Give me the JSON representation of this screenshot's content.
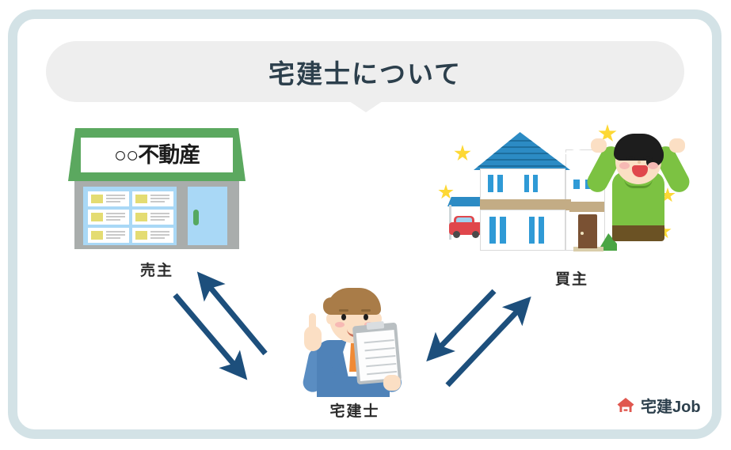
{
  "title": {
    "text": "宅建士について"
  },
  "colors": {
    "frame_border": "#d3e2e6",
    "bubble_bg": "#eeeeee",
    "title_text": "#2c3f4c",
    "arrow": "#1d4f7c",
    "store_roof_green": "#5ba85f",
    "house_roof_blue": "#2c8bc4",
    "buyer_shirt_green": "#7cc242",
    "agent_suit_blue": "#4f82b8",
    "agent_tie_orange": "#f08a35",
    "star_yellow": "#fdd835",
    "logo_icon_red": "#e0574f",
    "logo_text": "#2c3f4c"
  },
  "nodes": {
    "seller": {
      "label": "売主",
      "sign_text": "○○不動産",
      "icon": "real-estate-store-icon"
    },
    "buyer": {
      "label": "買主",
      "icon": "house-and-happy-buyer-icon"
    },
    "agent": {
      "label": "宅建士",
      "icon": "real-estate-agent-with-clipboard-icon"
    }
  },
  "arrows": [
    {
      "name": "seller-to-agent",
      "direction": "down-right"
    },
    {
      "name": "agent-to-seller",
      "direction": "up-left"
    },
    {
      "name": "agent-to-buyer",
      "direction": "up-right"
    },
    {
      "name": "buyer-to-agent",
      "direction": "down-left"
    }
  ],
  "logo": {
    "text": "宅建Job",
    "icon": "house-logo-icon"
  }
}
